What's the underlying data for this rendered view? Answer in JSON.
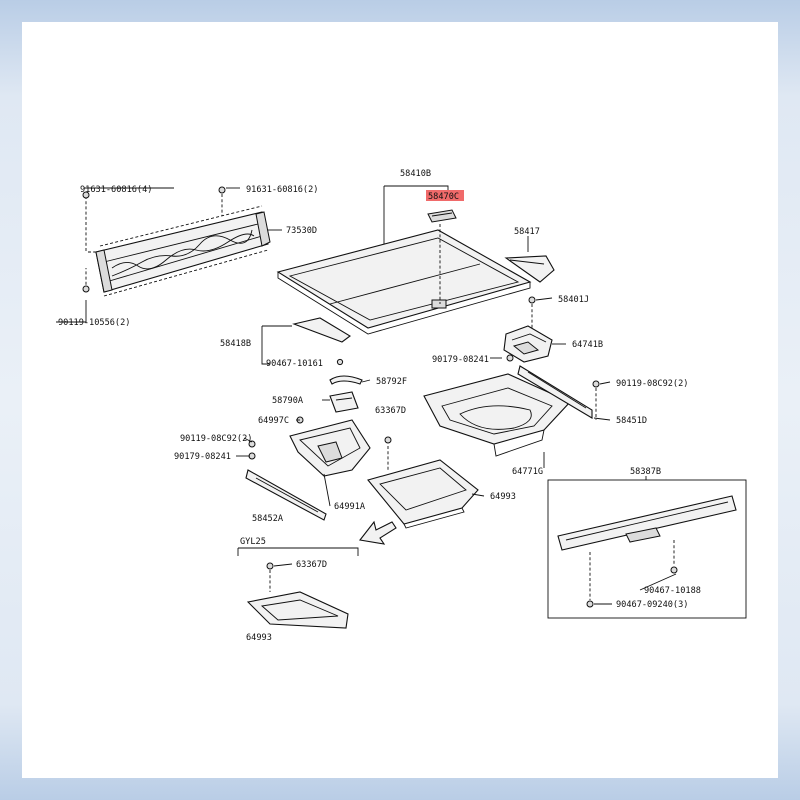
{
  "labels": {
    "p58410B": "58410B",
    "p58470C": "58470C",
    "p58417": "58417",
    "p73530D": "73530D",
    "p91631_4": "91631-60816(4)",
    "p91631_2": "91631-60816(2)",
    "p90119_10556": "90119-10556(2)",
    "p58401J": "58401J",
    "p58418B": "58418B",
    "p90467_10161": "90467-10161",
    "p64741B": "64741B",
    "p90179_08241_a": "90179-08241",
    "p58792F": "58792F",
    "p58790A": "58790A",
    "p90119_08C92_a": "90119-08C92(2)",
    "p64997C": "64997C",
    "p63367D_a": "63367D",
    "p58451D": "58451D",
    "p90119_08C92_b": "90119-08C92(2)",
    "p90179_08241_b": "90179-08241",
    "p64771G": "64771G",
    "p64991A": "64991A",
    "p64993_a": "64993",
    "p58452A": "58452A",
    "p58387B": "58387B",
    "pGYL25": "GYL25",
    "p63367D_b": "63367D",
    "p64993_b": "64993",
    "p90467_10188": "90467-10188",
    "p90467_09240": "90467-09240(3)"
  },
  "colors": {
    "highlight": "#f06a6a",
    "line": "#111111",
    "part_fill": "#f2f2f2"
  }
}
